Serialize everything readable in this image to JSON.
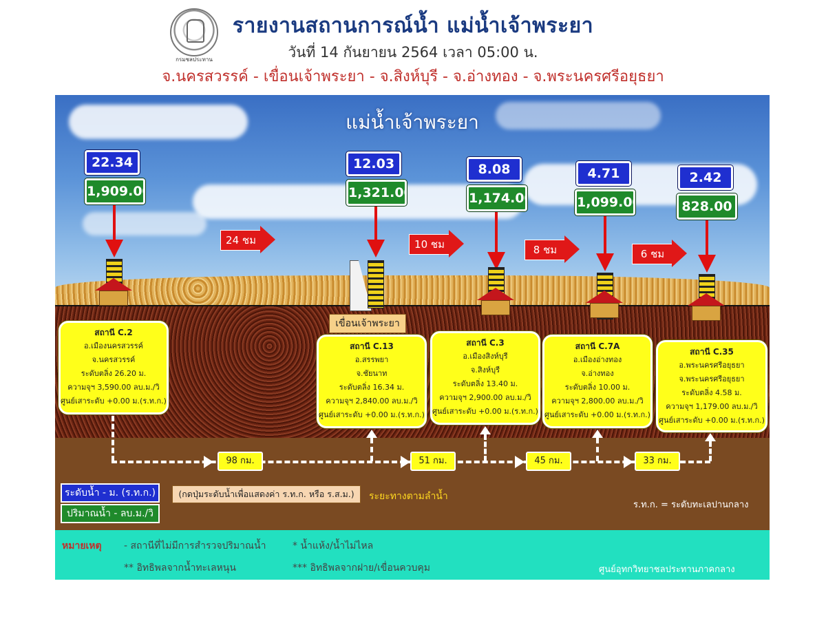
{
  "header": {
    "title": "รายงานสถานการณ์น้ำ แม่น้ำเจ้าพระยา",
    "subtitle": "วันที่ 14 กันยายน 2564 เวลา 05:00 น.",
    "provinces": "จ.นครสวรรค์ - เขื่อนเจ้าพระยา - จ.สิงห์บุรี - จ.อ่างทอง - จ.พระนครศรีอยุธยา",
    "seal_caption": "กรมชลประทาน"
  },
  "diagram": {
    "river_title": "แม่น้ำเจ้าพระยา",
    "dam_label": "เขื่อนเจ้าพระยา",
    "stations": [
      {
        "level": "22.34",
        "flow": "1,909.00",
        "name": "สถานี C.2",
        "district": "อ.เมืองนครสวรรค์",
        "province": "จ.นครสวรรค์",
        "bank": "ระดับตลิ่ง 26.20 ม.",
        "capacity": "ความจุฯ 3,590.00 ลบ.ม./วิ",
        "datum": "ศูนย์เสาระดับ +0.00 ม.(ร.ท.ก.)"
      },
      {
        "level": "12.03",
        "flow": "1,321.00",
        "name": "สถานี C.13",
        "district": "อ.สรรพยา",
        "province": "จ.ชัยนาท",
        "bank": "ระดับตลิ่ง 16.34 ม.",
        "capacity": "ความจุฯ 2,840.00 ลบ.ม./วิ",
        "datum": "ศูนย์เสาระดับ +0.00 ม.(ร.ท.ก.)"
      },
      {
        "level": "8.08",
        "flow": "1,174.00",
        "name": "สถานี C.3",
        "district": "อ.เมืองสิงห์บุรี",
        "province": "จ.สิงห์บุรี",
        "bank": "ระดับตลิ่ง 13.40 ม.",
        "capacity": "ความจุฯ 2,900.00 ลบ.ม./วิ",
        "datum": "ศูนย์เสาระดับ +0.00 ม.(ร.ท.ก.)"
      },
      {
        "level": "4.71",
        "flow": "1,099.00",
        "name": "สถานี C.7A",
        "district": "อ.เมืองอ่างทอง",
        "province": "จ.อ่างทอง",
        "bank": "ระดับตลิ่ง 10.00 ม.",
        "capacity": "ความจุฯ 2,800.00 ลบ.ม./วิ",
        "datum": "ศูนย์เสาระดับ +0.00 ม.(ร.ท.ก.)"
      },
      {
        "level": "2.42",
        "flow": "828.00",
        "name": "สถานี C.35",
        "district": "อ.พระนครศรีอยุธยา",
        "province": "จ.พระนครศรีอยุธยา",
        "bank": "ระดับตลิ่ง 4.58 ม.",
        "capacity": "ความจุฯ 1,179.00 ลบ.ม./วิ",
        "datum": "ศูนย์เสาระดับ +0.00 ม.(ร.ท.ก.)"
      }
    ],
    "travel_times": [
      "24 ชม",
      "10 ชม",
      "8 ชม",
      "6 ชม"
    ],
    "distances": [
      "98 กม.",
      "51 กม.",
      "45 กม.",
      "33 กม."
    ]
  },
  "legend": {
    "level": "ระดับน้ำ - ม. (ร.ท.ก.)",
    "flow": "ปริมาณน้ำ - ลบ.ม./วิ",
    "hint": "(กดปุ่มระดับน้ำเพื่อแสดงค่า ร.ท.ก. หรือ ร.ส.ม.)",
    "distance": "ระยะทางตามลำน้ำ",
    "msl": "ร.ท.ก. = ระดับทะเลปานกลาง"
  },
  "notes": {
    "heading": "หมายเหตุ",
    "n1": "-   สถานีที่ไม่มีการสำรวจปริมาณน้ำ",
    "n2": "*   น้ำแห้ง/น้ำไม่ไหล",
    "n3": "**  อิทธิพลจากน้ำทะเลหนุน",
    "n4": "***  อิทธิพลจากฝาย/เขื่อนควบคุม",
    "credit": "ศูนย์อุทกวิทยาชลประทานภาคกลาง"
  },
  "colors": {
    "level_box": "#1f2fd0",
    "flow_box": "#1f8a2b",
    "arrow": "#e01010",
    "card": "#ffff1a",
    "notes_bg": "#22e0c0"
  }
}
